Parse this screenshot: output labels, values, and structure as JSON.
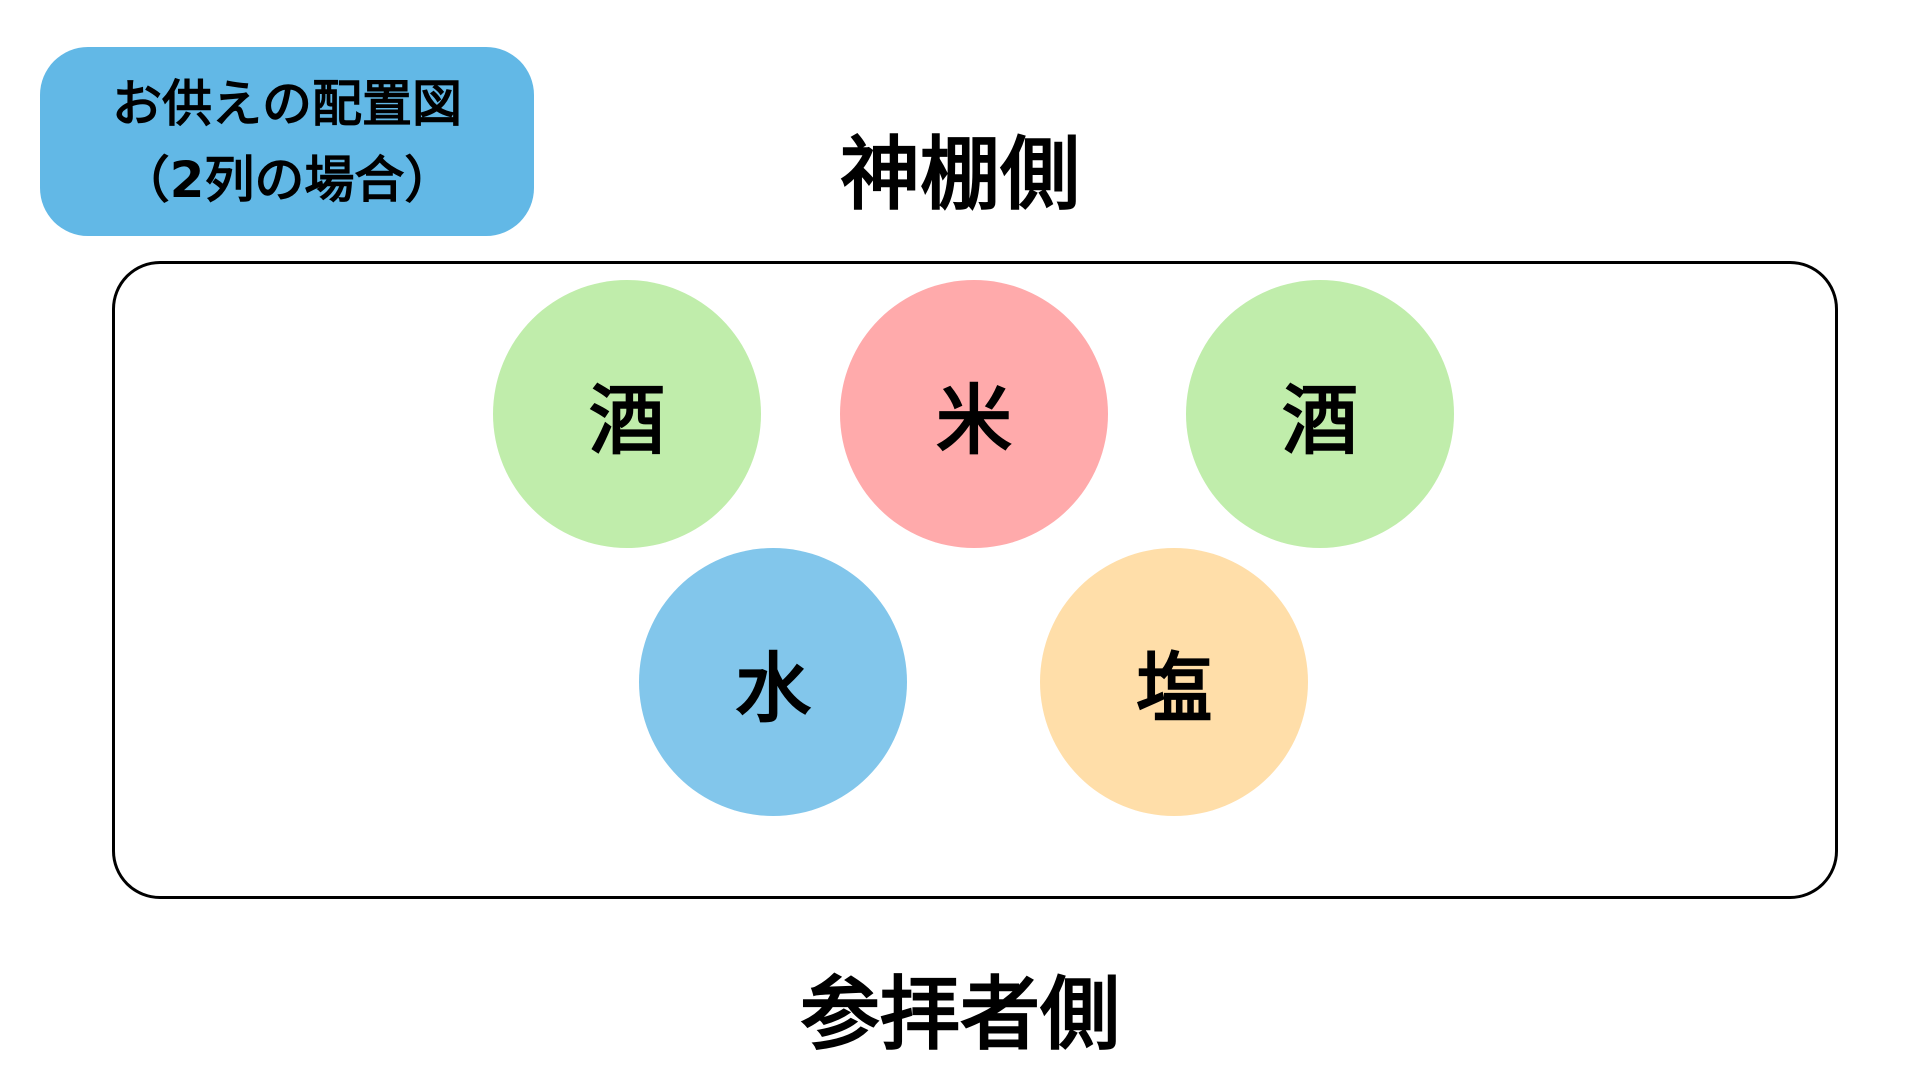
{
  "label": {
    "line1": "お供えの配置図",
    "line2": "（2列の場合）"
  },
  "top_side": "神棚側",
  "bottom_side": "参拝者側",
  "offerings": [
    {
      "name": "酒",
      "color": "#c0edab"
    },
    {
      "name": "米",
      "color": "#ffaaab"
    },
    {
      "name": "酒",
      "color": "#c0edab"
    },
    {
      "name": "水",
      "color": "#82c6eb"
    },
    {
      "name": "塩",
      "color": "#ffdea9"
    }
  ]
}
